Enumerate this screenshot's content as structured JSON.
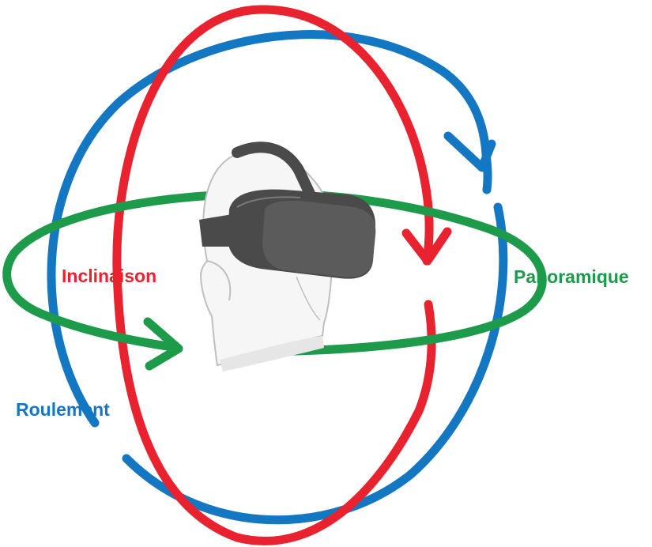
{
  "labels": {
    "pitch": "Inclinaison",
    "yaw": "Panoramique",
    "roll": "Roulement"
  },
  "colors": {
    "pitch": "#e8232f",
    "yaw": "#1d9b4a",
    "roll": "#1377c2",
    "headset_body": "#4a4a4a",
    "headset_front": "#5b5b5b",
    "head_outline": "#bfbfbf"
  },
  "icons": {
    "head": "head-icon",
    "headset": "vr-headset-icon"
  }
}
